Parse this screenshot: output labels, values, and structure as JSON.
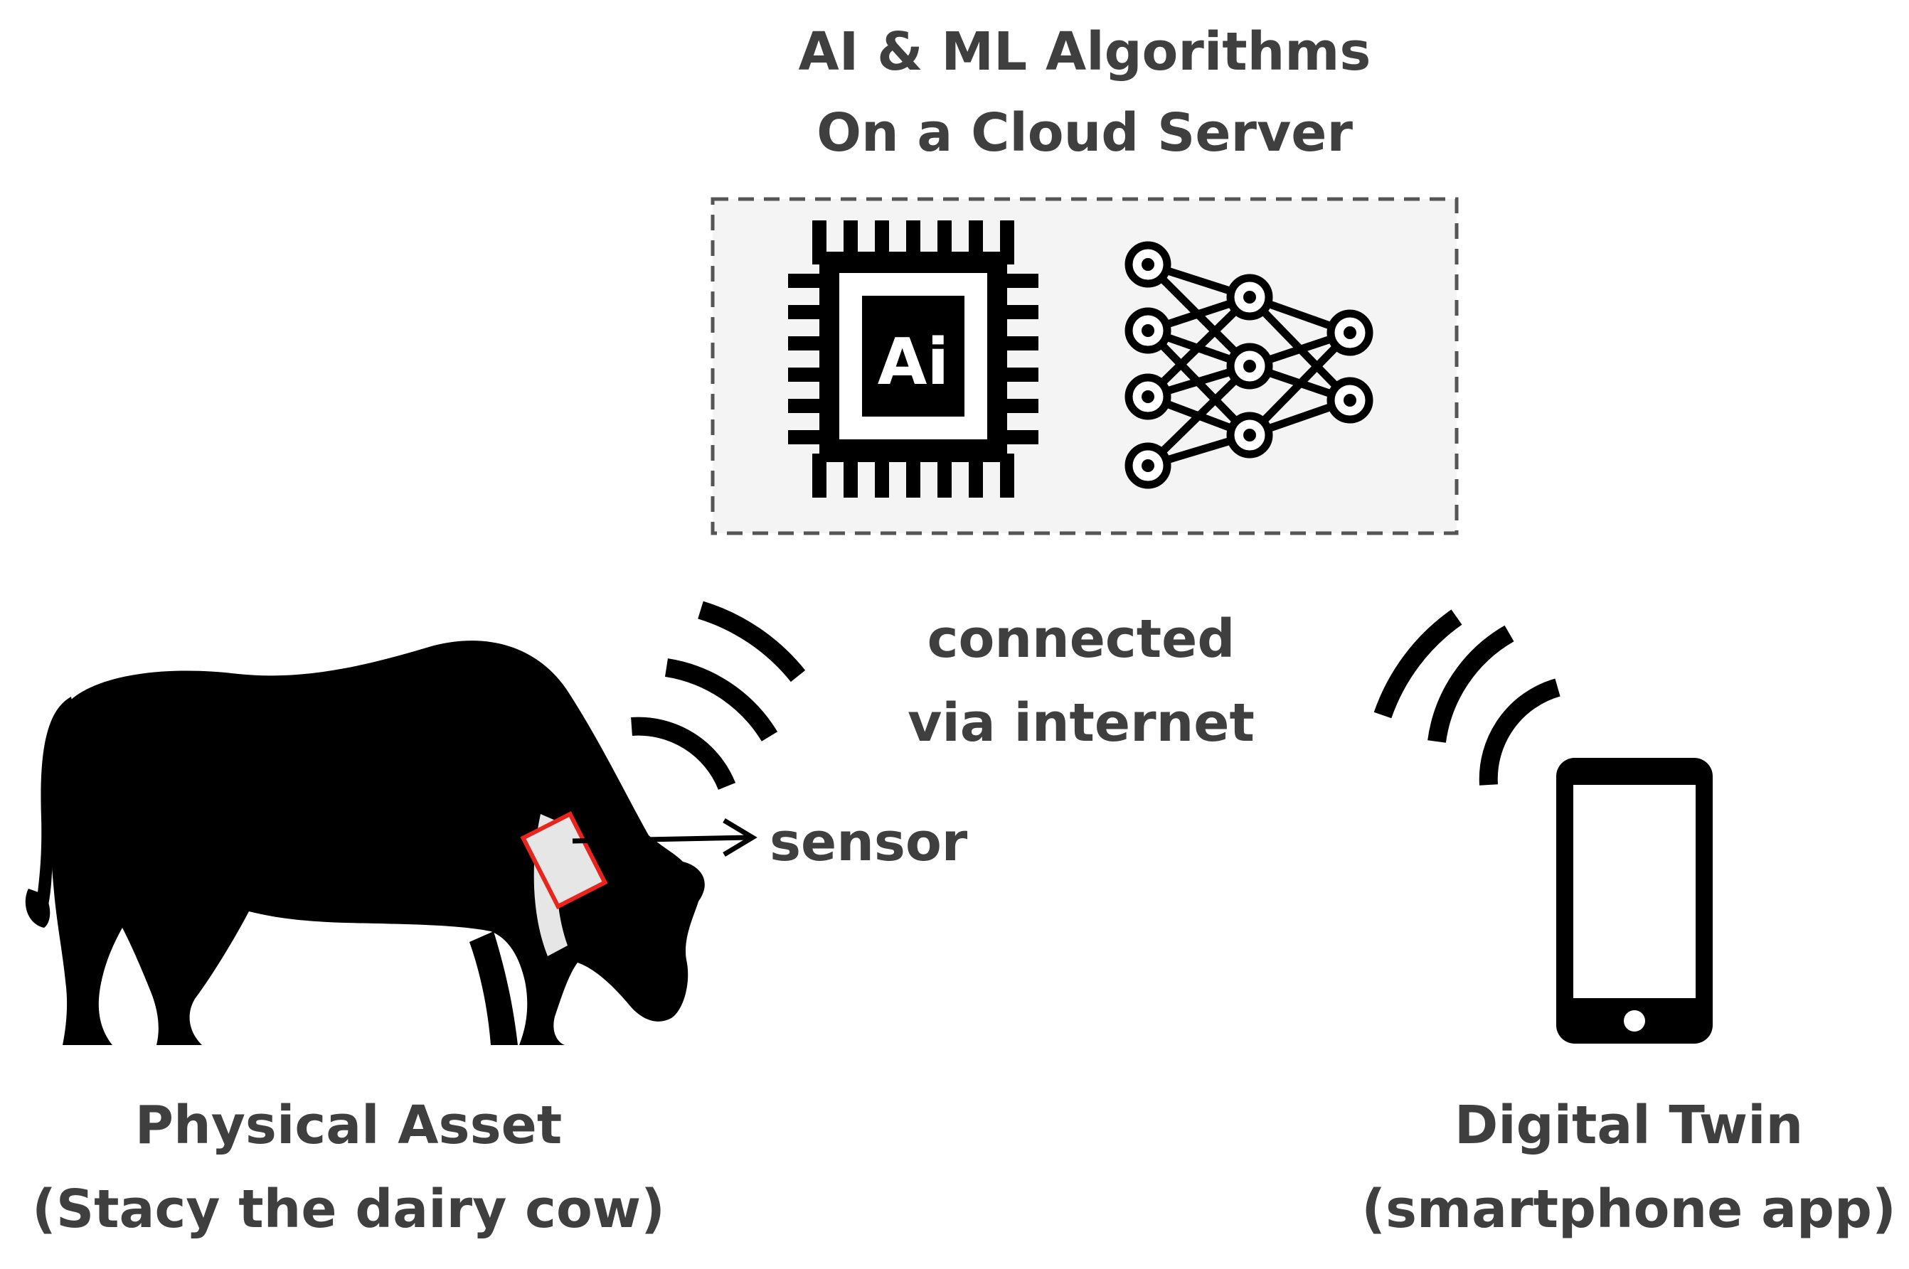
{
  "cloud": {
    "title_line1": "AI & ML Algorithms",
    "title_line2": "On a Cloud Server",
    "chip_text": "Ai",
    "icons": [
      "ai-chip-icon",
      "neural-network-icon"
    ]
  },
  "connection": {
    "line1": "connected",
    "line2": "via internet",
    "icons": [
      "wifi-signal-icon",
      "wifi-signal-icon"
    ]
  },
  "physical_asset": {
    "line1": "Physical Asset",
    "line2": "(Stacy the dairy cow)",
    "icon": "cow-icon"
  },
  "sensor": {
    "label": "sensor",
    "icon": "sensor-tag-icon",
    "outline_color": "#e8241c"
  },
  "digital_twin": {
    "line1": "Digital Twin",
    "line2": "(smartphone app)",
    "icon": "smartphone-icon"
  },
  "colors": {
    "text": "#3f3f3f",
    "icon": "#000000",
    "cloud_box_fill": "#f4f4f4",
    "cloud_box_border": "#555555",
    "sensor_fill": "#e6e6e6"
  }
}
